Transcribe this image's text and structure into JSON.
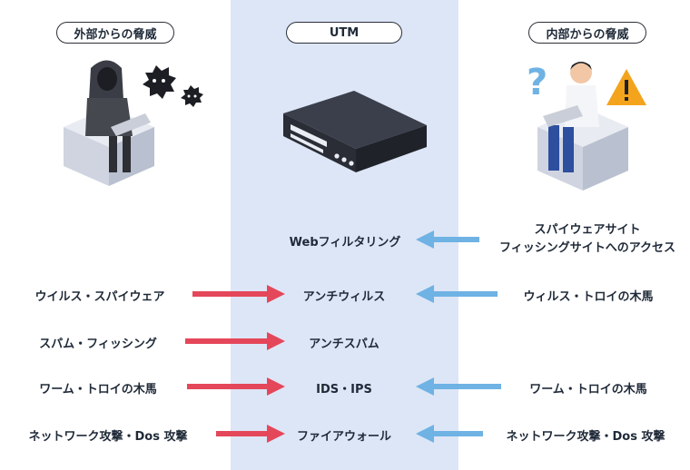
{
  "headers": {
    "external": "外部からの脅威",
    "utm": "UTM",
    "internal": "内部からの脅威"
  },
  "rows": [
    {
      "left": "",
      "center": "Webフィルタリング",
      "right_line1": "スパイウェアサイト",
      "right_line2": "フィッシングサイトへのアクセス"
    },
    {
      "left": "ウイルス・スパイウェア",
      "center": "アンチウィルス",
      "right": "ウィルス・トロイの木馬"
    },
    {
      "left": "スパム・フィッシング",
      "center": "アンチスパム",
      "right": ""
    },
    {
      "left": "ワーム・トロイの木馬",
      "center": "IDS・IPS",
      "right": "ワーム・トロイの木馬"
    },
    {
      "left": "ネットワーク攻撃・Dos 攻撃",
      "center": "ファイアウォール",
      "right": "ネットワーク攻撃・Dos 攻撃"
    }
  ],
  "colors": {
    "external_arrow": "#e5475a",
    "internal_arrow": "#6fb2e4",
    "center_band": "#dde6f6"
  },
  "icons": [
    "hacker-icon",
    "virus-icon",
    "utm-appliance-icon",
    "user-icon",
    "question-mark-icon",
    "warning-icon"
  ]
}
